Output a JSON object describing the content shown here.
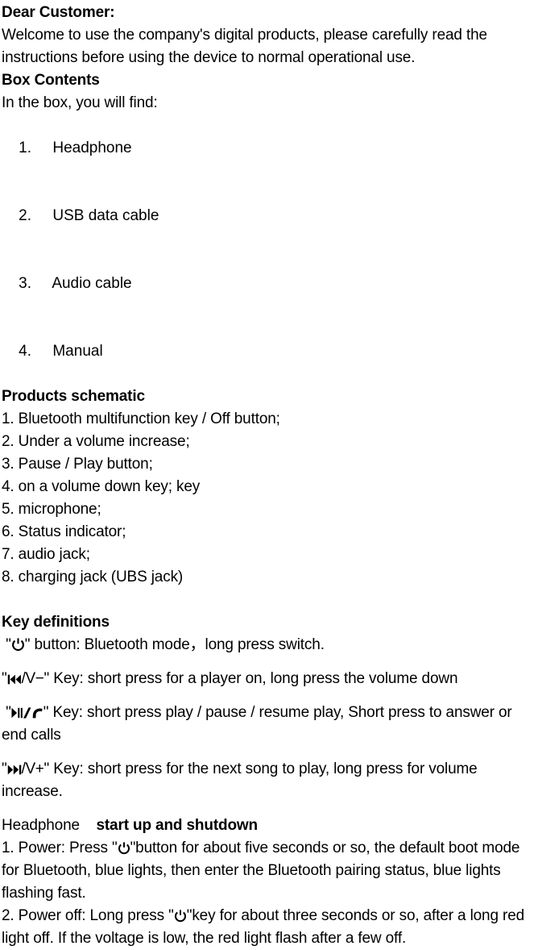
{
  "document": {
    "greeting": "Dear Customer:",
    "intro": "Welcome to use the company's digital products, please carefully read the instructions before using the device to normal operational use.",
    "box_contents": {
      "heading": "Box Contents",
      "lead": "In the box, you will find:",
      "items": [
        {
          "number": "1.",
          "label": "Headphone"
        },
        {
          "number": "2.",
          "label": "USB data cable"
        },
        {
          "number": "3.",
          "label": "Audio cable"
        },
        {
          "number": "4.",
          "label": "Manual"
        }
      ]
    },
    "schematic": {
      "heading": "Products schematic",
      "items": [
        "1. Bluetooth multifunction key / Off button;",
        "2. Under a volume increase;",
        "3. Pause / Play button;",
        "4. on a volume down key; key",
        "5. microphone;",
        "6. Status indicator;",
        "7. audio jack;",
        "8. charging jack (UBS jack)"
      ]
    },
    "key_definitions": {
      "heading": "Key definitions",
      "entries": [
        {
          "icon": "power-icon",
          "quote_open": "\"",
          "quote_close": "\"",
          "text": " button: Bluetooth mode，long press switch."
        },
        {
          "icon": "previous-track-icon",
          "quote_open": "\"",
          "label_suffix": "/V−",
          "quote_close": "\"",
          "text": " Key: short press for a player on, long press the volume down"
        },
        {
          "icon": "play-pause-icon",
          "quote_open": "\"",
          "label_suffix": "",
          "quote_close": "\"",
          "text": " Key: short press play / pause / resume play, Short press to answer or end calls"
        },
        {
          "icon": "next-track-icon",
          "quote_open": "\"",
          "label_suffix": "/V+",
          "quote_close": "\"",
          "text": " Key: short press for the next song to play, long press for volume increase."
        }
      ]
    },
    "startup": {
      "prefix": "Headphone",
      "heading": "start up and shutdown",
      "power_on": {
        "before": "1. Power: Press \"",
        "icon": "power-icon",
        "after": "\"button for about five seconds or so, the default boot mode for Bluetooth, blue lights, then enter the Bluetooth pairing status, blue lights flashing fast."
      },
      "power_off": {
        "before": "2. Power off: Long press \"",
        "icon": "power-icon",
        "after": "\"key for about three seconds or so, after a long red light off. If the voltage is low, the red light flash after a few off."
      }
    }
  },
  "colors": {
    "text": "#000000",
    "background": "#ffffff"
  }
}
